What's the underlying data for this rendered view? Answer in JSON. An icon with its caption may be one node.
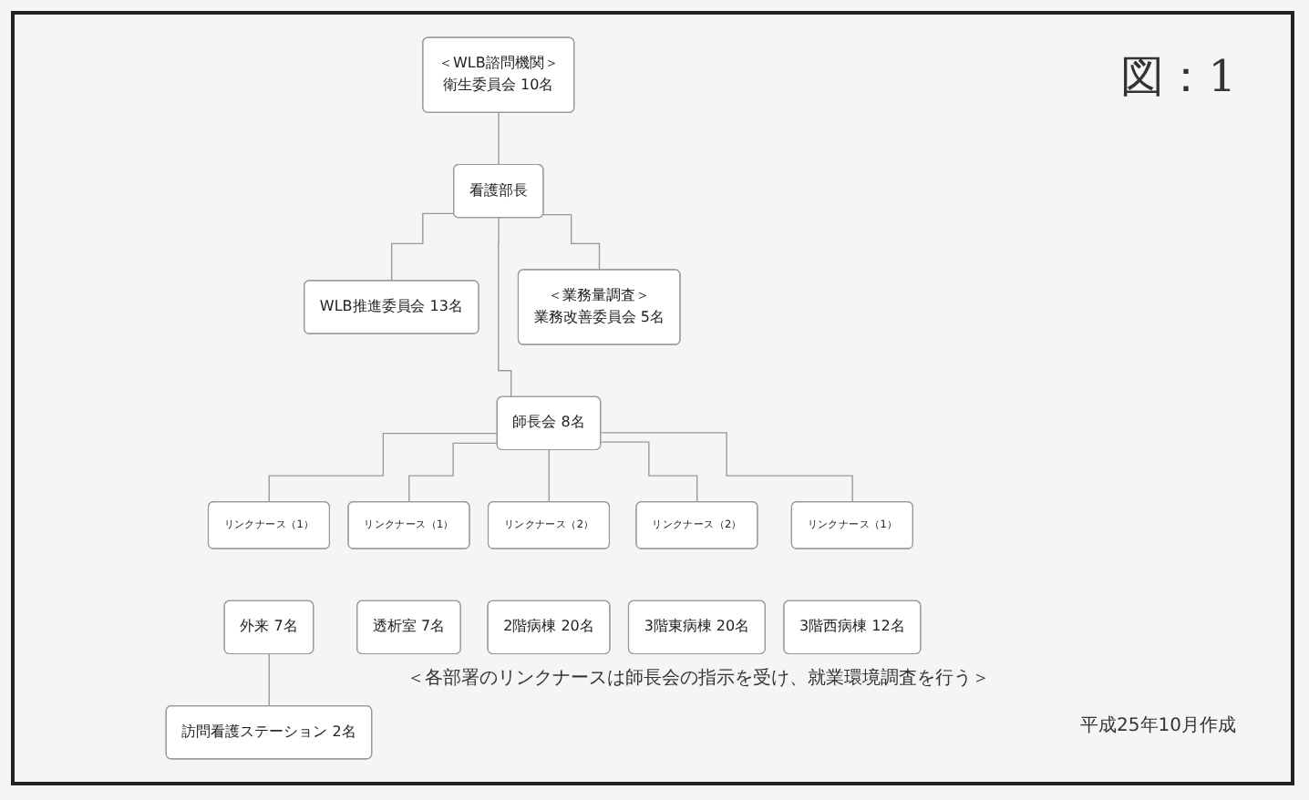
{
  "diagram": {
    "nodes": [
      {
        "text": [
          "＜WLB諮問機関＞",
          "衛生委員会 10名"
        ]
      },
      {
        "text": [
          "看護部長"
        ]
      },
      {
        "text": [
          "WLB推進委員会 13名"
        ]
      },
      {
        "text": [
          "＜業務量調査＞",
          "業務改善委員会 5名"
        ]
      },
      {
        "text": [
          "師長会 8名"
        ]
      },
      {
        "text": [
          "リンクナース（1）"
        ]
      },
      {
        "text": [
          "リンクナース（1）"
        ]
      },
      {
        "text": [
          "リンクナース（2）"
        ]
      },
      {
        "text": [
          "リンクナース（2）"
        ]
      },
      {
        "text": [
          "リンクナース（1）"
        ]
      },
      {
        "text": [
          "外来 7名"
        ]
      },
      {
        "text": [
          "透析室 7名"
        ]
      },
      {
        "text": [
          "2階病棟 20名"
        ]
      },
      {
        "text": [
          "3階東病棟 20名"
        ]
      },
      {
        "text": [
          "3階西病棟 12名"
        ]
      },
      {
        "text": [
          "訪問看護ステーション 2名"
        ]
      }
    ],
    "edges": [
      {
        "from": 0,
        "to": 1,
        "arrow": "none"
      },
      {
        "from": 1,
        "to": 3,
        "arrow": "none"
      },
      {
        "from": 1,
        "to": 2,
        "arrow": "none"
      },
      {
        "from": 1,
        "to": 4,
        "arrow": "none"
      },
      {
        "from": 4,
        "to": 5,
        "arrow": "none"
      },
      {
        "from": 4,
        "to": 6,
        "arrow": "none"
      },
      {
        "from": 4,
        "to": 7,
        "arrow": "none"
      },
      {
        "from": 4,
        "to": 8,
        "arrow": "none"
      },
      {
        "from": 4,
        "to": 9,
        "arrow": "none"
      },
      {
        "from": 10,
        "to": 15,
        "arrow": "none"
      }
    ],
    "labels": [
      "図：1",
      "＜各部署のリンクナースは師長会の指示を受け、就業環境調査を行う＞",
      "平成25年10月作成"
    ]
  }
}
